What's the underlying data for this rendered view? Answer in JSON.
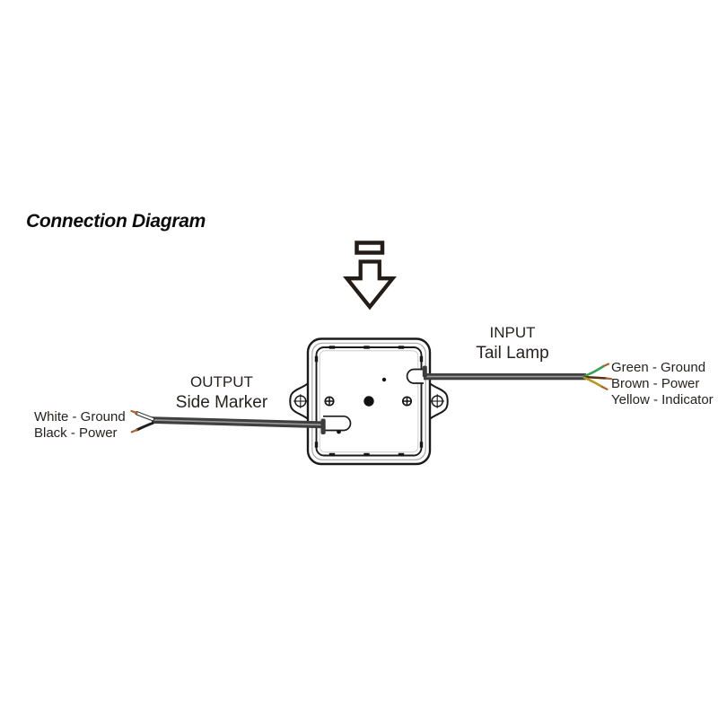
{
  "title": "Connection Diagram",
  "arrow": {
    "name": "down-arrow-icon",
    "color": "#241c16"
  },
  "output": {
    "line1": "OUTPUT",
    "line2": "Side Marker"
  },
  "input": {
    "line1": "INPUT",
    "line2": "Tail Lamp"
  },
  "output_wire_legend": {
    "line1": "White - Ground",
    "line2": "Black - Power"
  },
  "input_wire_legend": {
    "line1": "Green - Ground",
    "line2": "Brown - Power",
    "line3": "Yellow - Indicator"
  },
  "colors": {
    "cable": "#3f3f3f",
    "cable_stripe": "#9a9a9a",
    "outline": "#1a1a1a",
    "green": "#2fa14f",
    "brown": "#5a3014",
    "yellow": "#b5991c",
    "copper": "#a9612f",
    "white_strand": "#fdfdfd",
    "black_strand": "#1f1f1f",
    "nub": "#3c3c3c"
  }
}
